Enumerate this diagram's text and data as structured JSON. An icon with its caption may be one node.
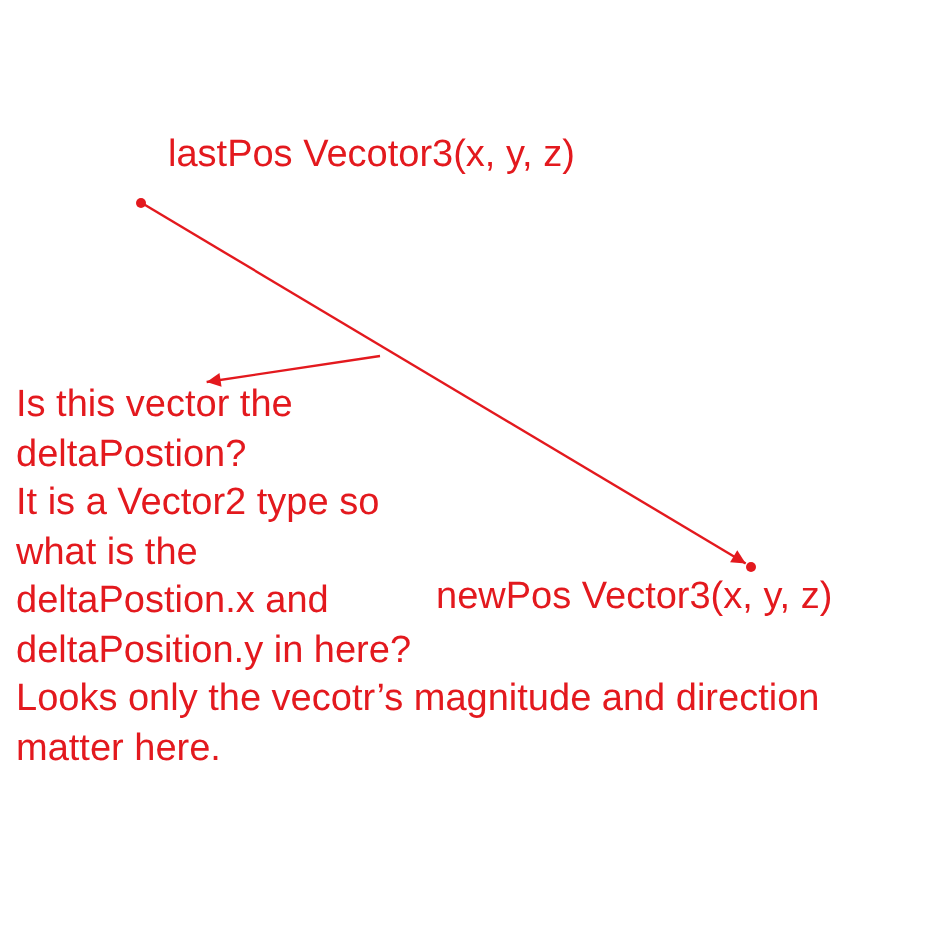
{
  "diagram": {
    "nodes": [
      {
        "text": [],
        "shape": "circle",
        "beside": [
          "lastPos Vecotor3(x, y, z)"
        ]
      },
      {
        "text": [
          "Is this vector the deltaPostion?",
          "It is a Vector2 type so what is the deltaPostion.x and deltaPosition.y in here?",
          "Looks only the vecotr’s magnitude and direction matter here."
        ]
      },
      {
        "text": [],
        "shape": "circle",
        "beside": [
          "newPos Vector3(x, y, z)"
        ]
      }
    ],
    "edges": [
      {
        "from": 0,
        "to": 2,
        "arrow": "to"
      },
      {
        "from": null,
        "to": 1,
        "arrow": "to"
      }
    ]
  }
}
